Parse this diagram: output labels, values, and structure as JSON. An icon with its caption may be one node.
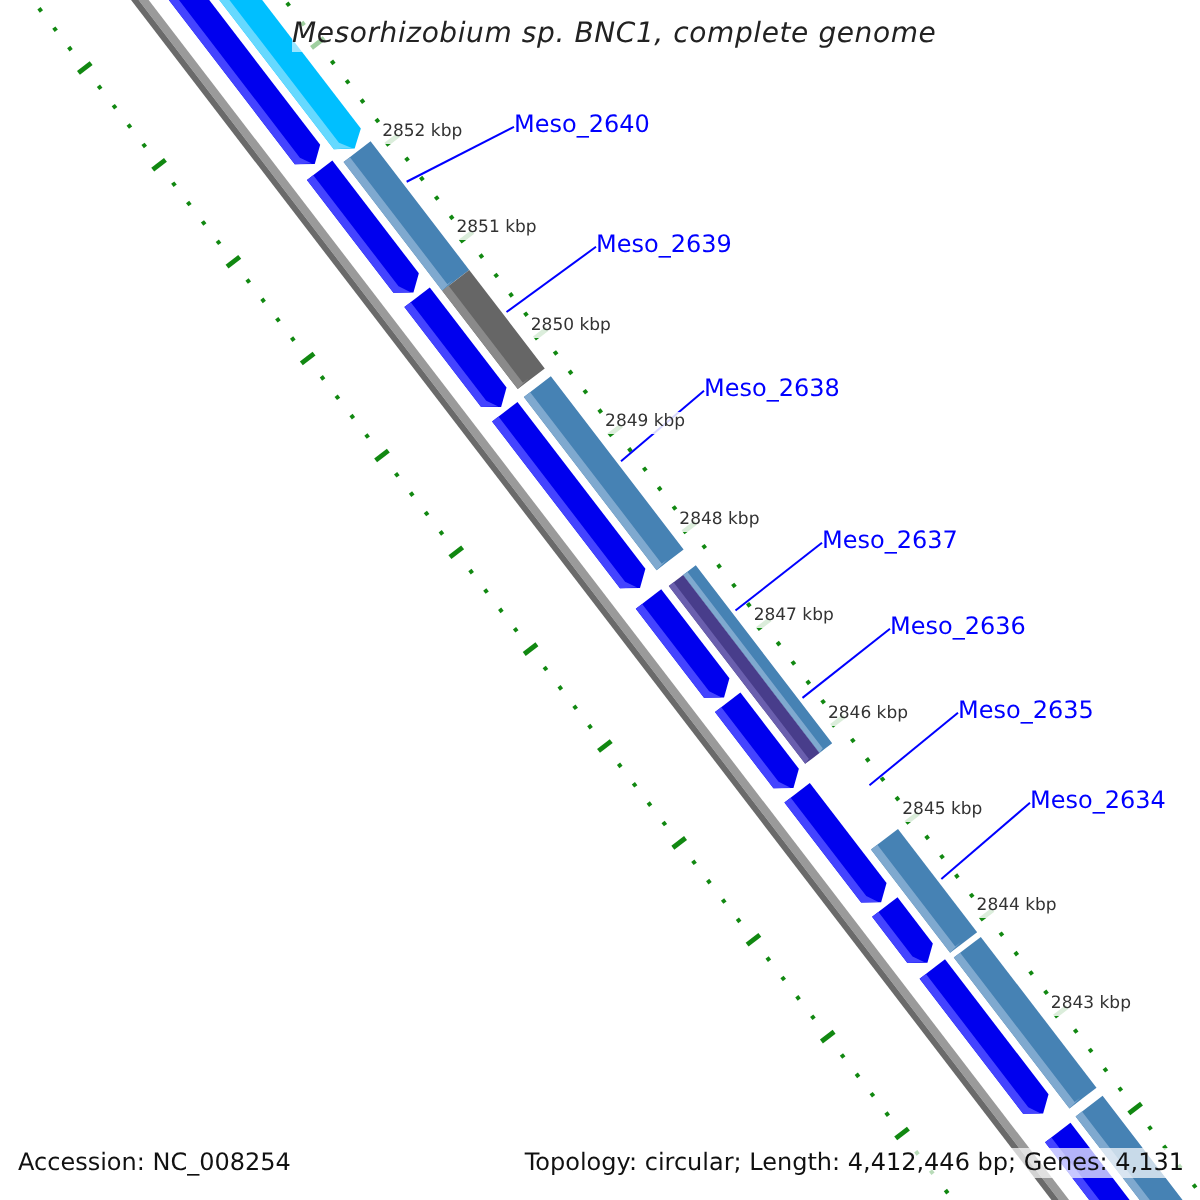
{
  "diagram": {
    "title": "Mesorhizobium sp. BNC1, complete genome",
    "nodes": [
      {
        "text": [
          "Meso_2640"
        ]
      },
      {
        "text": [
          "Meso_2639"
        ]
      },
      {
        "text": [
          "Meso_2638"
        ]
      },
      {
        "text": [
          "Meso_2637"
        ]
      },
      {
        "text": [
          "Meso_2636"
        ]
      },
      {
        "text": [
          "Meso_2635"
        ]
      },
      {
        "text": [
          "Meso_2634"
        ]
      }
    ],
    "edges": [
      {
        "from": 0,
        "to": null,
        "arrow": "none"
      },
      {
        "from": 1,
        "to": null,
        "arrow": "none"
      },
      {
        "from": 2,
        "to": null,
        "arrow": "none"
      },
      {
        "from": 3,
        "to": null,
        "arrow": "none"
      },
      {
        "from": 4,
        "to": null,
        "arrow": "none"
      },
      {
        "from": 5,
        "to": null,
        "arrow": "none"
      },
      {
        "from": 6,
        "to": null,
        "arrow": "none"
      }
    ],
    "labels": [
      "2852 kbp",
      "2851 kbp",
      "2850 kbp",
      "2849 kbp",
      "2848 kbp",
      "2847 kbp",
      "2846 kbp",
      "2845 kbp",
      "2844 kbp",
      "2843 kbp",
      "Accession: NC_008254",
      "Topology: circular; Length: 4,412,446 bp; Genes: 4,131"
    ]
  }
}
